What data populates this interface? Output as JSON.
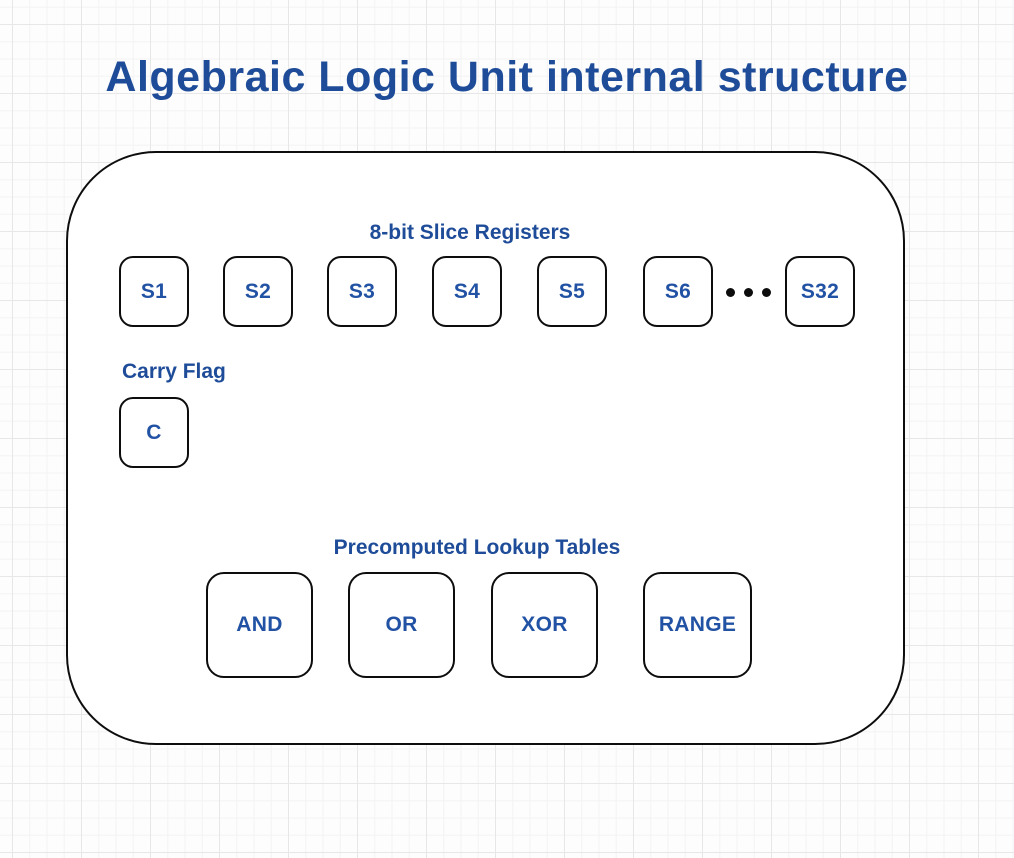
{
  "page": {
    "title": "Algebraic Logic Unit internal structure"
  },
  "colors": {
    "accent_blue_text": "#1e4c99",
    "box_label_blue": "#2252a4",
    "shape_border": "#0d0d0d",
    "shape_fill": "#ffffff",
    "grid_minor_line": "#f3f3f3",
    "grid_major_line": "#e7e7e7",
    "canvas_background": "#fdfdfd"
  },
  "alu": {
    "registers": {
      "heading": "8-bit Slice Registers",
      "items": [
        {
          "label": "S1"
        },
        {
          "label": "S2"
        },
        {
          "label": "S3"
        },
        {
          "label": "S4"
        },
        {
          "label": "S5"
        },
        {
          "label": "S6"
        }
      ],
      "last_item": {
        "label": "S32"
      },
      "ellipsis_dot_count": 3
    },
    "carry": {
      "heading": "Carry Flag",
      "flag": {
        "label": "C"
      }
    },
    "lookup_tables": {
      "heading": "Precomputed Lookup Tables",
      "items": [
        {
          "label": "AND"
        },
        {
          "label": "OR"
        },
        {
          "label": "XOR"
        },
        {
          "label": "RANGE"
        }
      ]
    }
  }
}
